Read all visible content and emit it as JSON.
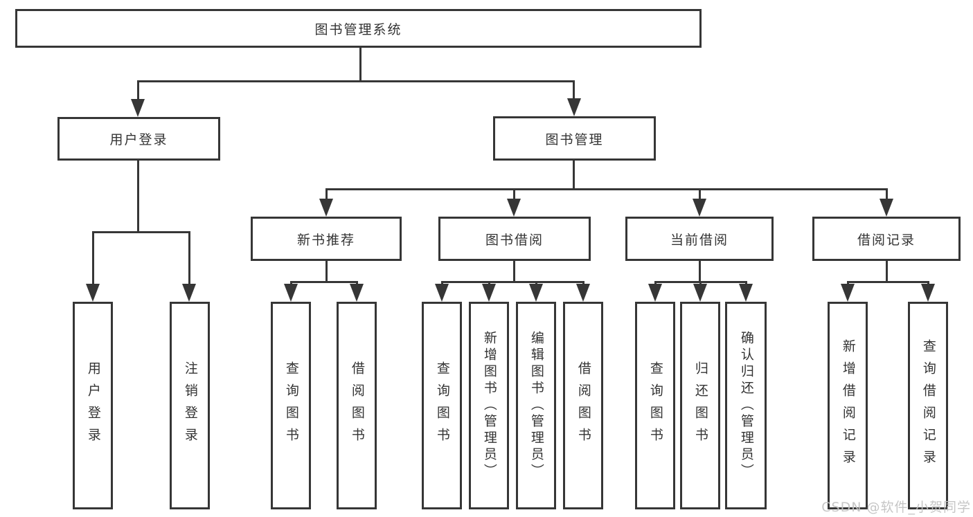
{
  "diagram": {
    "root": "图书管理系统",
    "user_login": {
      "label": "用户登录",
      "children": [
        "用户登录",
        "注销登录"
      ]
    },
    "book_mgmt": {
      "label": "图书管理",
      "sections": [
        {
          "label": "新书推荐",
          "children": [
            "查询图书",
            "借阅图书"
          ]
        },
        {
          "label": "图书借阅",
          "children": [
            "查询图书",
            "新增图书（管理员）",
            "编辑图书（管理员）",
            "借阅图书"
          ]
        },
        {
          "label": "当前借阅",
          "children": [
            "查询图书",
            "归还图书",
            "确认归还（管理员）"
          ]
        },
        {
          "label": "借阅记录",
          "children": [
            "新增借阅记录",
            "查询借阅记录"
          ]
        }
      ]
    }
  },
  "watermark": "CSDN @软件_小贺同学",
  "colors": {
    "line": "#363636",
    "text": "#333333",
    "watermark": "#c3c3c3"
  }
}
